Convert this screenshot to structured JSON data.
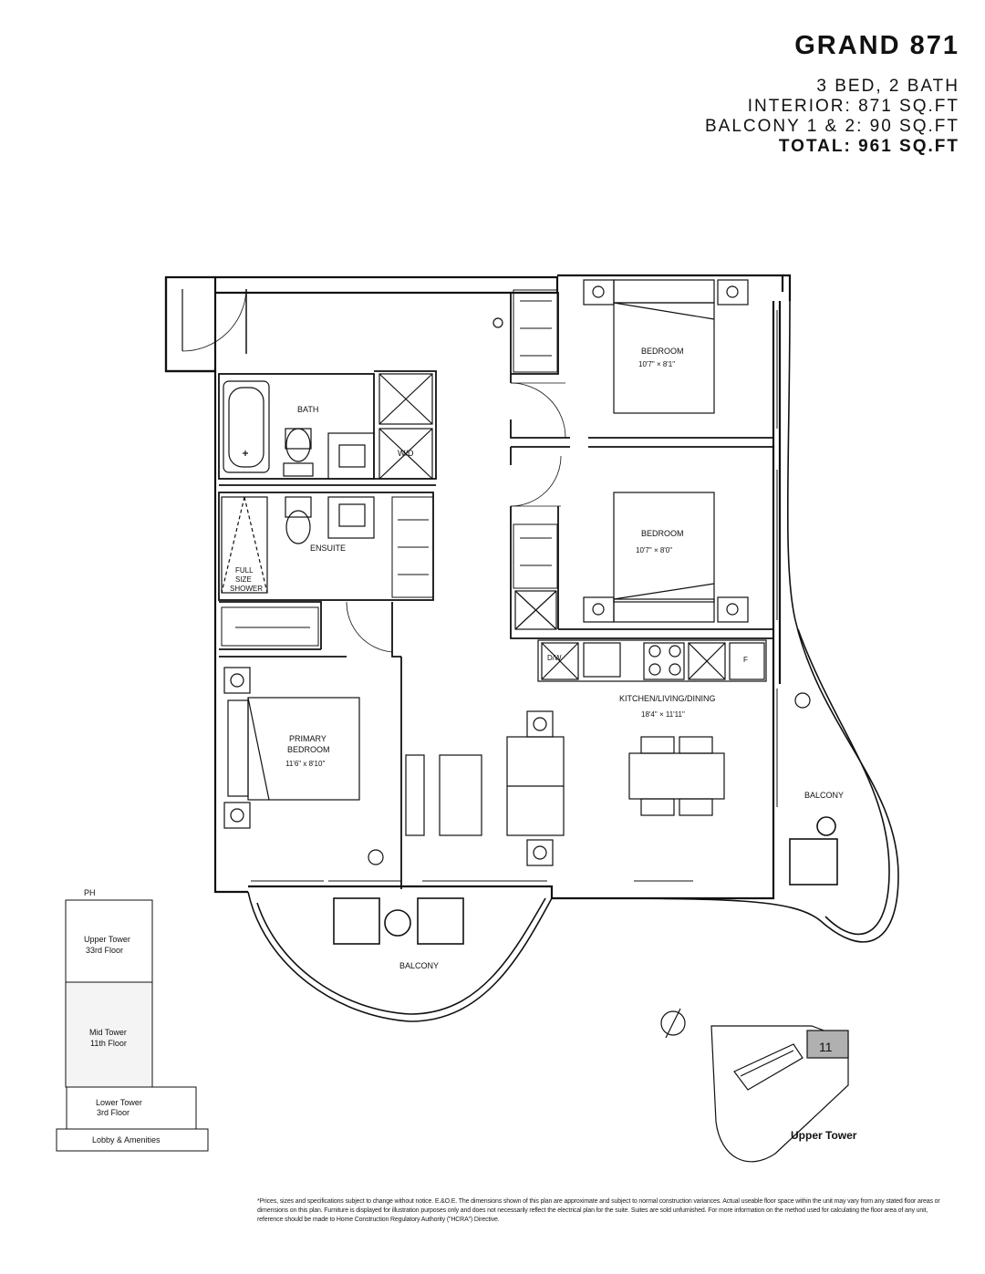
{
  "header": {
    "unit_name": "GRAND 871",
    "beds_baths": "3 BED, 2 BATH",
    "interior": "INTERIOR: 871 SQ.FT",
    "balcony": "BALCONY 1 & 2: 90 SQ.FT",
    "total": "TOTAL: 961 SQ.FT"
  },
  "rooms": {
    "bath": "BATH",
    "wd": "W/D",
    "ensuite": "ENSUITE",
    "shower_1": "FULL",
    "shower_2": "SIZE",
    "shower_3": "SHOWER",
    "bedroom2_name": "BEDROOM",
    "bedroom2_dim": "10'7\" × 8'1\"",
    "bedroom3_name": "BEDROOM",
    "bedroom3_dim": "10'7\" × 8'0\"",
    "primary_1": "PRIMARY",
    "primary_2": "BEDROOM",
    "primary_dim": "11'6\" x 8'10\"",
    "kitchen_name": "KITCHEN/LIVING/DINING",
    "kitchen_dim": "18'4\" × 11'11\"",
    "dw": "D/W",
    "fridge": "F",
    "balcony_east": "BALCONY",
    "balcony_south": "BALCONY"
  },
  "floor_stack": {
    "ph": "PH",
    "upper_1": "Upper Tower",
    "upper_2": "33rd Floor",
    "mid_1": "Mid Tower",
    "mid_2": "11th Floor",
    "lower_1": "Lower Tower",
    "lower_2": "3rd Floor",
    "lobby": "Lobby & Amenities"
  },
  "key_plan": {
    "unit_number": "11",
    "tower": "Upper Tower"
  },
  "disclaimer": "*Prices, sizes and specifications subject to change without notice. E.&O.E. The dimensions shown of this plan are approximate and subject to normal construction variances. Actual useable floor space within the unit may vary from any stated floor areas or dimensions on this plan. Furniture is displayed for illustration purposes only and does not necessarily reflect the electrical plan for the suite. Suites are sold unfurnished. For more information on the method used for calculating the floor area of any unit, reference should be made to Home Construction Regulatory Authority (\"HCRA\") Directive."
}
